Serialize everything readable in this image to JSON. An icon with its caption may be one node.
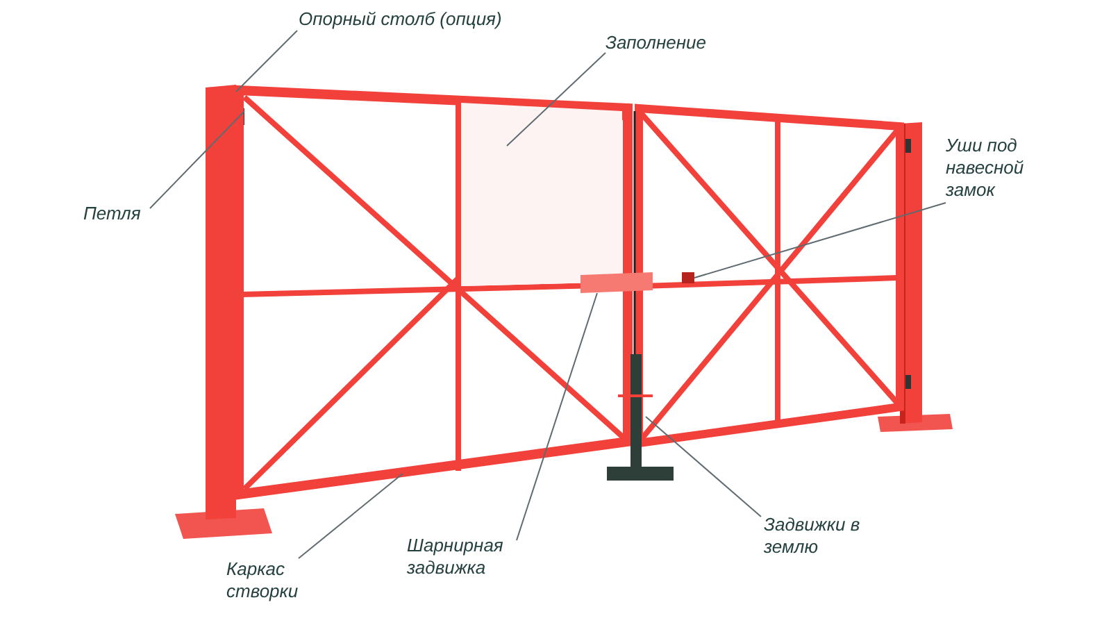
{
  "diagram": {
    "nodes": [
      {
        "text": [
          "Опорный столб (опция)"
        ]
      },
      {
        "text": [
          "Петля"
        ]
      },
      {
        "text": [
          "Заполнение"
        ]
      },
      {
        "text": [
          "Уши под навесной замок"
        ]
      },
      {
        "text": [
          "Каркас створки"
        ]
      },
      {
        "text": [
          "Шарнирная задвижка"
        ]
      },
      {
        "text": [
          "Задвижки в землю"
        ]
      },
      {
        "text": [],
        "shape": "bar"
      },
      {
        "text": [],
        "shape": "box"
      },
      {
        "text": [],
        "shape": "box"
      },
      {
        "text": [],
        "shape": "box",
        "in": 9
      },
      {
        "text": [],
        "shape": "box"
      },
      {
        "text": [],
        "shape": "bar"
      },
      {
        "text": [],
        "shape": "bar"
      }
    ],
    "edges": [
      {
        "from": 0,
        "to": 7,
        "arrow": "none"
      },
      {
        "from": 1,
        "to": 8,
        "arrow": "none"
      },
      {
        "from": 2,
        "to": 10,
        "arrow": "none"
      },
      {
        "from": 3,
        "to": 11,
        "arrow": "none"
      },
      {
        "from": 4,
        "to": 9,
        "arrow": "none"
      },
      {
        "from": 5,
        "to": 12,
        "arrow": "none"
      },
      {
        "from": 6,
        "to": 13,
        "arrow": "none"
      }
    ]
  }
}
